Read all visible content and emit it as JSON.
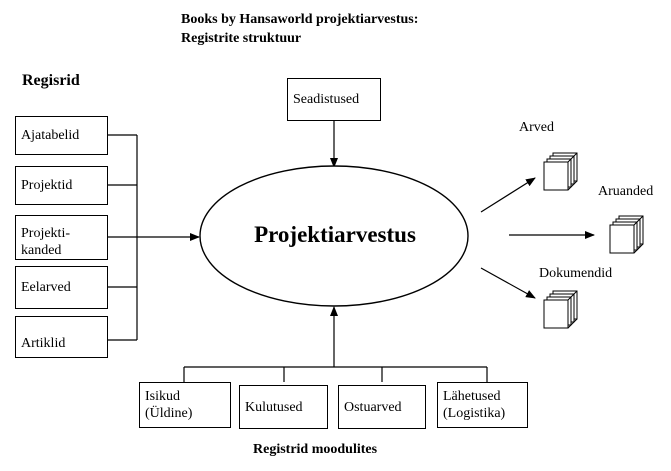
{
  "title": {
    "line1": "Books by Hansaworld projektiarvestus:",
    "line2": "Registrite struktuur"
  },
  "left_group": {
    "heading": "Regisrid",
    "items": [
      "Ajatabelid",
      "Projektid",
      "Projekti-\nkanded",
      "Eelarved",
      "Artiklid"
    ]
  },
  "top_box": "Seadistused",
  "center": "Projektiarvestus",
  "outputs": [
    "Arved",
    "Aruanded",
    "Dokumendid"
  ],
  "bottom_group": {
    "items": [
      "Isikud\n(Üldine)",
      "Kulutused",
      "Ostuarved",
      "Lähetused\n(Logistika)"
    ],
    "caption": "Registrid moodulites"
  }
}
